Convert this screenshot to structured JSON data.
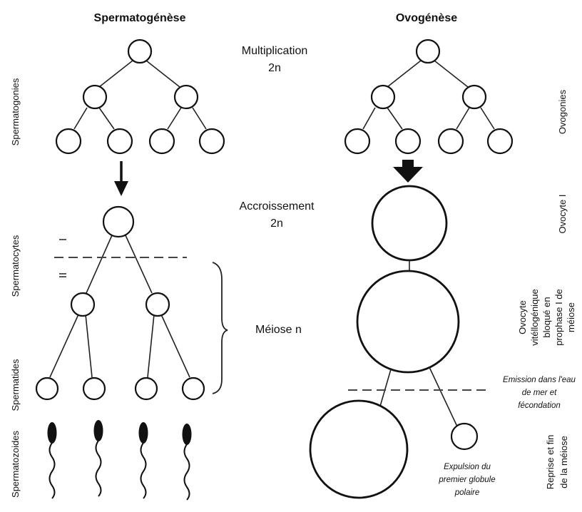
{
  "titles": {
    "spermatogenese": "Spermatogénèse",
    "ovogenese": "Ovogénèse"
  },
  "phases": {
    "multiplication": "Multiplication",
    "multiplication_ploidy": "2n",
    "accroissement": "Accroissement",
    "accroissement_ploidy": "2n",
    "meiose": "Méiose n"
  },
  "left_labels": {
    "spermatogonies": "Spermatogonies",
    "spermatocytes": "Spermatocytes",
    "spermatides": "Spermatides",
    "spermatozoides": "Spermatozoides"
  },
  "roman": {
    "one": "I",
    "two": "II"
  },
  "right_labels": {
    "ovogonies": "Ovogonies",
    "ovocyte_i": "Ovocyte I",
    "ovocyte_vitello_lines": [
      "Ovocyte",
      "vitéllogénique",
      "bloqué en",
      "prophase I de",
      "méiose"
    ],
    "reprise_lines": [
      "Reprise et fin",
      "de la méiose"
    ]
  },
  "annotations": {
    "emission_lines": [
      "Emission dans l'eau",
      "de mer et",
      "fécondation"
    ],
    "expulsion_lines": [
      "Expulsion du",
      "premier globule",
      "polaire"
    ]
  }
}
